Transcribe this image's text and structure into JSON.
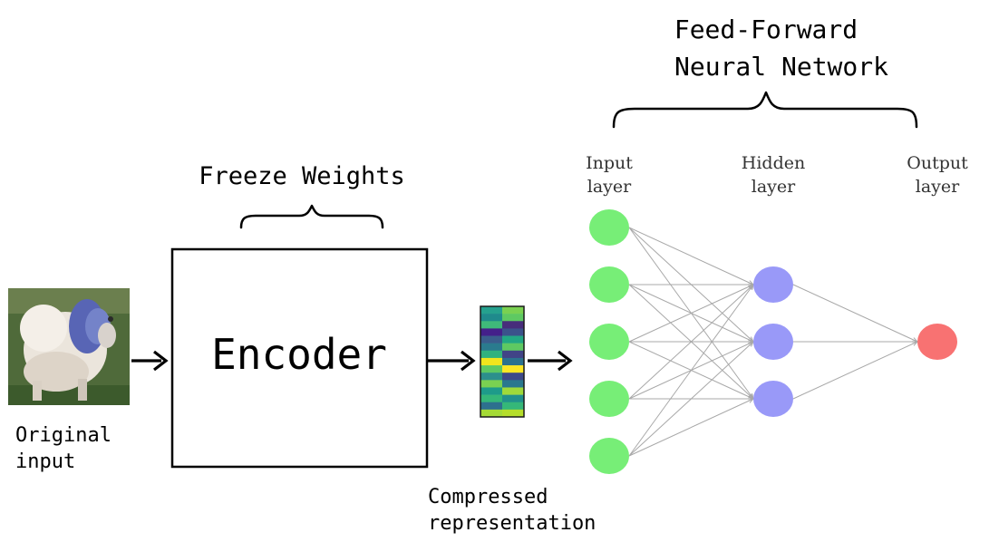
{
  "title": {
    "line1": "Feed-Forward",
    "line2": "Neural Network"
  },
  "freeze_label": "Freeze Weights",
  "encoder_label": "Encoder",
  "original_input": {
    "line1": "Original",
    "line2": "input",
    "image_icon": "dog-photo-icon"
  },
  "compressed": {
    "line1": "Compressed",
    "line2": "representation",
    "colors_left": [
      "#25a18e",
      "#1f8a8c",
      "#3fb97a",
      "#44208a",
      "#3a5d8c",
      "#2a7b8e",
      "#31b27e",
      "#f1e51d",
      "#5ec962",
      "#2c8f8c",
      "#7ad151",
      "#1e9b8a",
      "#35b779",
      "#2d708e",
      "#a5db36"
    ],
    "colors_right": [
      "#7ad151",
      "#5ec962",
      "#472d7b",
      "#3b528b",
      "#22a884",
      "#5ec962",
      "#414487",
      "#2c728e",
      "#fde725",
      "#3e4a89",
      "#2a788e",
      "#9fda3a",
      "#21918c",
      "#35b779",
      "#b5de2b"
    ]
  },
  "network": {
    "layers": [
      {
        "label_line1": "Input",
        "label_line2": "layer",
        "count": 5,
        "color": "#77ee77"
      },
      {
        "label_line1": "Hidden",
        "label_line2": "layer",
        "count": 3,
        "color": "#9999f8"
      },
      {
        "label_line1": "Output",
        "label_line2": "layer",
        "count": 1,
        "color": "#f87272"
      }
    ],
    "connection_color": "#a8a8a8"
  }
}
